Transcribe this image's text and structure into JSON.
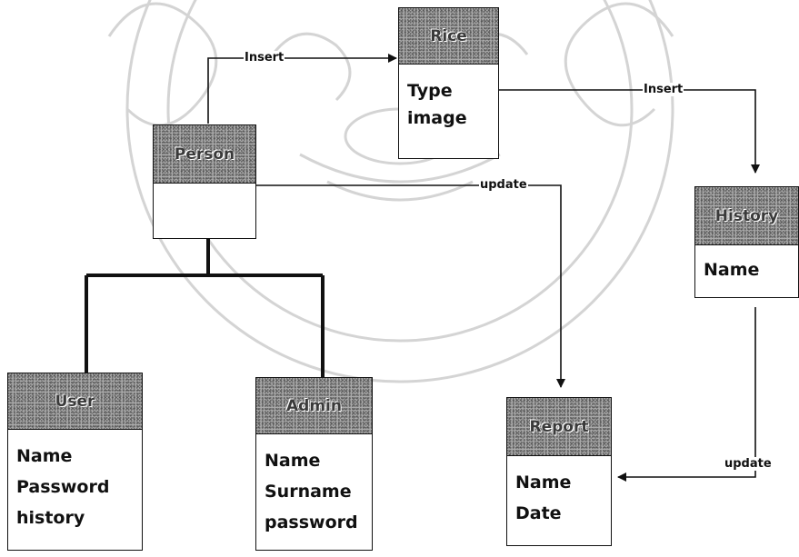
{
  "diagram": {
    "classes": {
      "rice": {
        "title": "Rice",
        "attributes": [
          "Type",
          "image"
        ]
      },
      "person": {
        "title": "Person",
        "attributes": []
      },
      "history": {
        "title": "History",
        "attributes": [
          "Name"
        ]
      },
      "user": {
        "title": "User",
        "attributes": [
          "Name",
          "Password",
          "history"
        ]
      },
      "admin": {
        "title": "Admin",
        "attributes": [
          "Name",
          "Surname",
          "password"
        ]
      },
      "report": {
        "title": "Report",
        "attributes": [
          "Name",
          "Date"
        ]
      }
    },
    "relations": [
      {
        "from": "Person",
        "to": "Rice",
        "label": "Insert"
      },
      {
        "from": "Rice",
        "to": "History",
        "label": "Insert"
      },
      {
        "from": "Person",
        "to": "Report",
        "label": "update"
      },
      {
        "from": "History",
        "to": "Report",
        "label": "update"
      }
    ],
    "inheritance": {
      "parent": "Person",
      "children": [
        "User",
        "Admin"
      ]
    },
    "colors": {
      "line": "#111111",
      "header": "#aaaaaa",
      "watermark": "#d4d4d4"
    }
  }
}
